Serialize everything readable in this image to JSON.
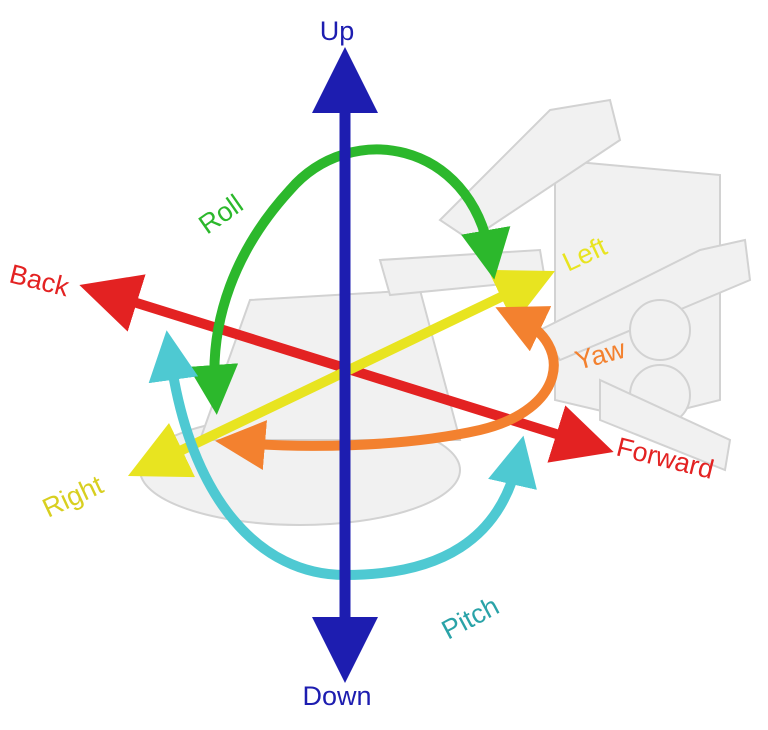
{
  "labels": {
    "up": "Up",
    "down": "Down",
    "back": "Back",
    "forward": "Forward",
    "left": "Left",
    "right": "Right",
    "roll": "Roll",
    "pitch": "Pitch",
    "yaw": "Yaw"
  },
  "colors": {
    "up_down": "#1d1db0",
    "back_forward": "#e32222",
    "left_right": "#e8e420",
    "roll": "#2cb82c",
    "pitch": "#4ec9d2",
    "yaw": "#f3812f",
    "pitch_text": "#2aa3a8",
    "right_text": "#d8cf20"
  }
}
